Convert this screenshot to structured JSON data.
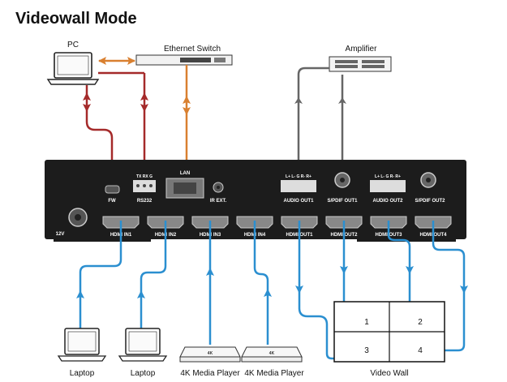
{
  "title": "Videowall Mode",
  "devices": {
    "pc": "PC",
    "switch": "Ethernet Switch",
    "amplifier": "Amplifier",
    "laptop1": "Laptop",
    "laptop2": "Laptop",
    "player1": "4K Media Player",
    "player2": "4K Media Player",
    "player_badge": "4K",
    "video_wall": "Video Wall"
  },
  "wall_cells": [
    "1",
    "2",
    "3",
    "4"
  ],
  "panel": {
    "fw": "FW",
    "rs232": "RS232",
    "rs232_pins": "TX RX G",
    "lan": "LAN",
    "ir_ext": "IR EXT.",
    "audio_out1": "AUDIO OUT1",
    "audio_out2": "AUDIO OUT2",
    "audio_pins": "L+  L-  G  R-  R+",
    "spdif_out1": "S/PDIF OUT1",
    "spdif_out2": "S/PDIF OUT2",
    "power": "12V",
    "hdmi_in1": "HDMI IN1",
    "hdmi_in2": "HDMI IN2",
    "hdmi_in3": "HDMI IN3",
    "hdmi_in4": "HDMI IN4",
    "hdmi_out1": "HDMI OUT1",
    "hdmi_out2": "HDMI OUT2",
    "hdmi_out3": "HDMI OUT3",
    "hdmi_out4": "HDMI OUT4"
  },
  "colors": {
    "rs232_line": "#a52a2a",
    "lan_line": "#d98030",
    "audio_line": "#666666",
    "hdmi_line": "#2b8fd0",
    "panel": "#1c1c1c"
  }
}
